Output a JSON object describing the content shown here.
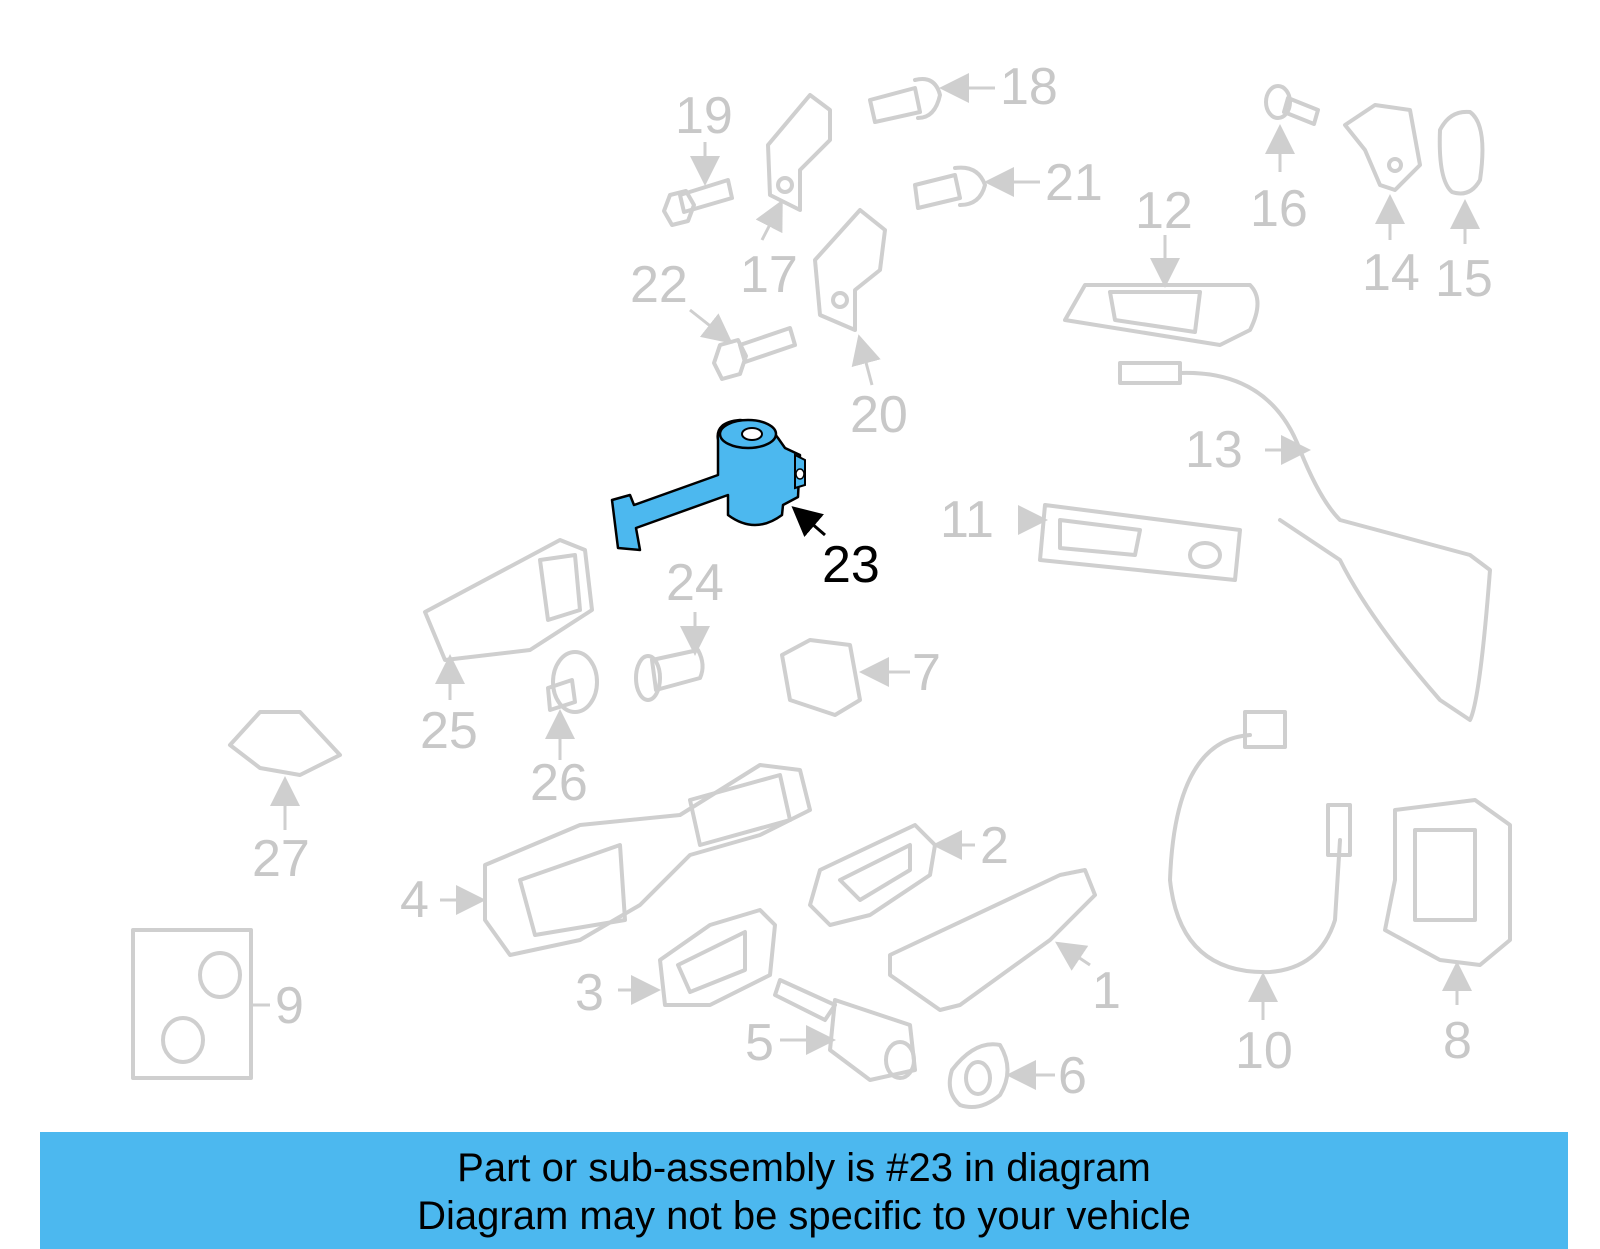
{
  "labels": {
    "p1": "1",
    "p2": "2",
    "p3": "3",
    "p4": "4",
    "p5": "5",
    "p6": "6",
    "p7": "7",
    "p8": "8",
    "p9": "9",
    "p10": "10",
    "p11": "11",
    "p12": "12",
    "p13": "13",
    "p14": "14",
    "p15": "15",
    "p16": "16",
    "p17": "17",
    "p18": "18",
    "p19": "19",
    "p20": "20",
    "p21": "21",
    "p22": "22",
    "p23": "23",
    "p24": "24",
    "p25": "25",
    "p26": "26",
    "p27": "27"
  },
  "highlight": {
    "part": "23",
    "color": "#4cb8ef"
  },
  "banner": {
    "line1": "Part or sub-assembly is #23 in diagram",
    "line2": "Diagram may not be specific to your vehicle",
    "color": "#4cb8ef"
  }
}
